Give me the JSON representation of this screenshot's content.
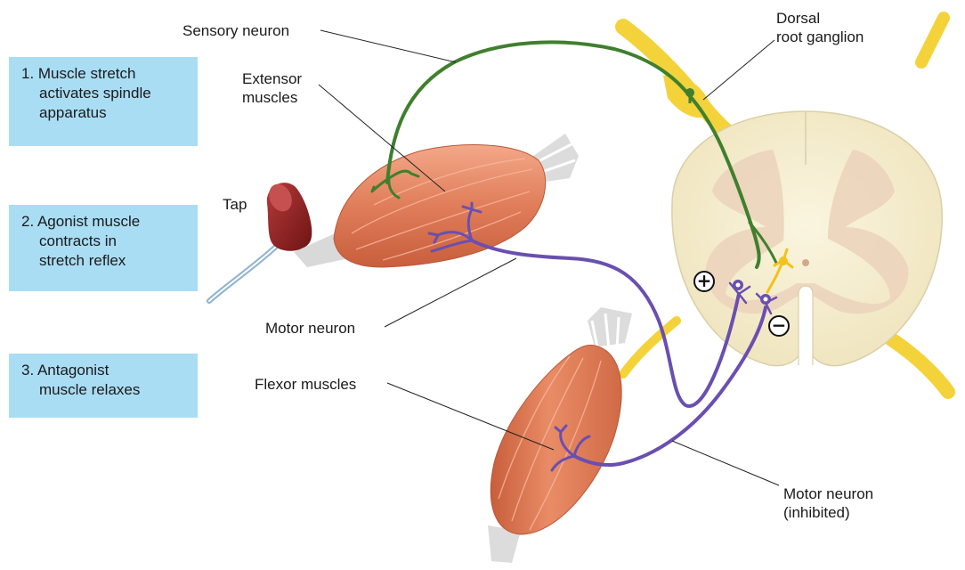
{
  "steps": [
    {
      "line1": "1. Muscle stretch",
      "line2": "activates spindle",
      "line3": "apparatus"
    },
    {
      "line1": "2. Agonist muscle",
      "line2": "contracts in",
      "line3": "stretch reflex"
    },
    {
      "line1": "3. Antagonist",
      "line2": "muscle relaxes"
    }
  ],
  "labels": {
    "sensory_neuron": "Sensory neuron",
    "dorsal_root_line1": "Dorsal",
    "dorsal_root_line2": "root ganglion",
    "extensor_line1": "Extensor",
    "extensor_line2": "muscles",
    "tap": "Tap",
    "motor_neuron": "Motor neuron",
    "flexor_muscles": "Flexor muscles",
    "motor_inhibited_line1": "Motor neuron",
    "motor_inhibited_line2": "(inhibited)"
  },
  "signs": {
    "plus": "+",
    "minus": "−"
  },
  "colors": {
    "step_box": "#a9ddf4",
    "sensory_neuron": "#3f7f2e",
    "motor_neuron": "#6a4fb0",
    "interneuron": "#f2c21a",
    "muscle": "#e07d5a",
    "tendon": "#d9d9d9",
    "spinal_cord": "#f6efd2",
    "grey_matter": "#ecd5bd",
    "ganglion": "#f4d23a"
  }
}
